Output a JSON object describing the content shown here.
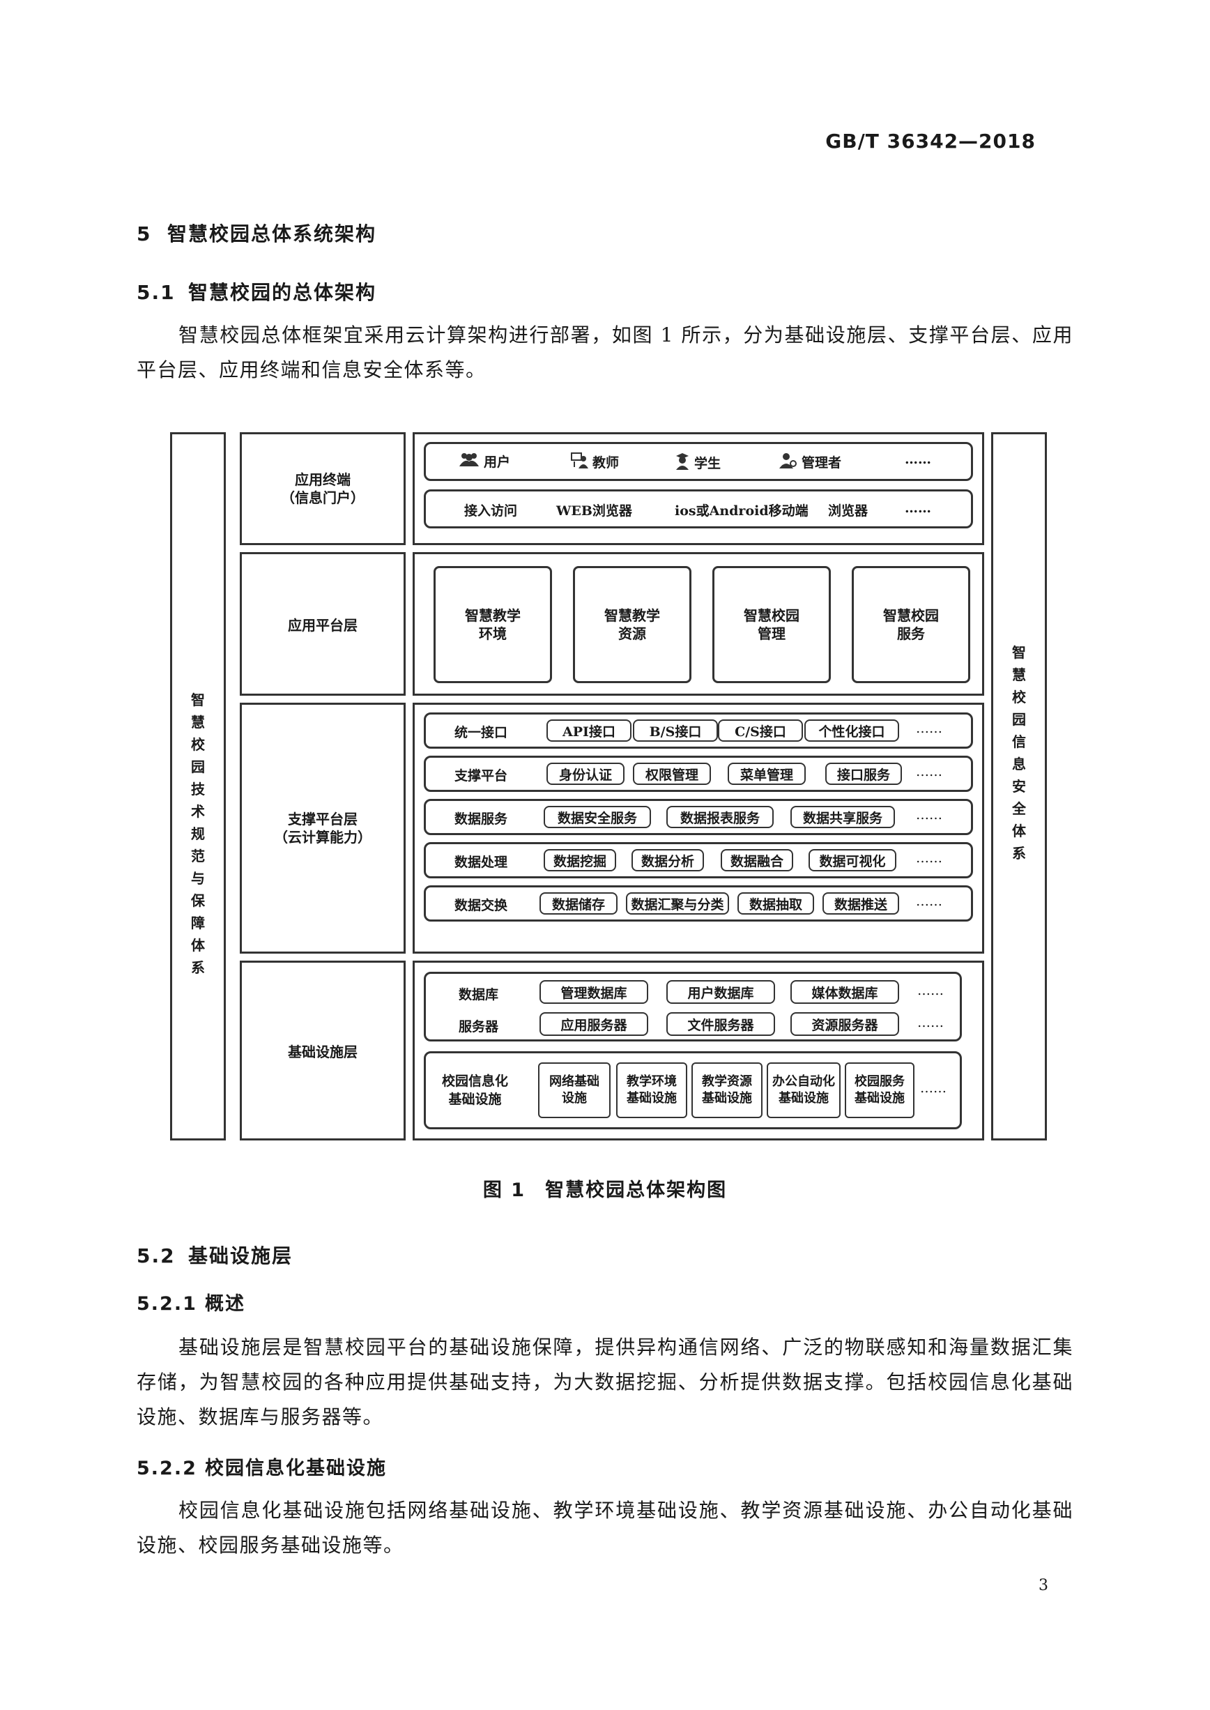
{
  "header": {
    "standard_code": "GB/T 36342—2018"
  },
  "section5": {
    "num": "5",
    "title": "智慧校园总体系统架构"
  },
  "section5_1": {
    "num": "5.1",
    "title": "智慧校园的总体架构",
    "para": "智慧校园总体框架宜采用云计算架构进行部署，如图 1 所示，分为基础设施层、支撑平台层、应用平台层、应用终端和信息安全体系等。"
  },
  "figure": {
    "left_pillar": "智慧校园技术规范与保障体系",
    "right_pillar": "智慧校园信息安全体系",
    "layers": {
      "terminal": "应用终端\n（信息门户）",
      "app_platform": "应用平台层",
      "support": "支撑平台层\n（云计算能力）",
      "infra": "基础设施层"
    },
    "users_row": [
      {
        "icon": "users-icon",
        "label": "用户"
      },
      {
        "icon": "teacher-icon",
        "label": "教师"
      },
      {
        "icon": "student-icon",
        "label": "学生"
      },
      {
        "icon": "admin-icon",
        "label": "管理者"
      }
    ],
    "users_more": "……",
    "access_row": [
      "接入访问",
      "WEB浏览器",
      "ios或Android移动端",
      "浏览器",
      "……"
    ],
    "app_modules": [
      "智慧教学\n环境",
      "智慧教学\n资源",
      "智慧校园\n管理",
      "智慧校园\n服务"
    ],
    "support_rows": [
      {
        "label": "统一接口",
        "items": [
          "API接口",
          "B/S接口",
          "C/S接口",
          "个性化接口"
        ],
        "more": "……"
      },
      {
        "label": "支撑平台",
        "items": [
          "身份认证",
          "权限管理",
          "菜单管理",
          "接口服务"
        ],
        "more": "……"
      },
      {
        "label": "数据服务",
        "items": [
          "数据安全服务",
          "数据报表服务",
          "数据共享服务"
        ],
        "more": "……"
      },
      {
        "label": "数据处理",
        "items": [
          "数据挖掘",
          "数据分析",
          "数据融合",
          "数据可视化"
        ],
        "more": "……"
      },
      {
        "label": "数据交换",
        "items": [
          "数据储存",
          "数据汇聚与分类",
          "数据抽取",
          "数据推送"
        ],
        "more": "……"
      }
    ],
    "db_row": {
      "label": "数据库",
      "items": [
        "管理数据库",
        "用户数据库",
        "媒体数据库"
      ],
      "more": "……"
    },
    "server_row": {
      "label": "服务器",
      "items": [
        "应用服务器",
        "文件服务器",
        "资源服务器"
      ],
      "more": "……"
    },
    "infra_row": {
      "label": "校园信息化\n基础设施",
      "items": [
        "网络基础\n设施",
        "教学环境\n基础设施",
        "教学资源\n基础设施",
        "办公自动化\n基础设施",
        "校园服务\n基础设施"
      ],
      "more": "……"
    },
    "caption_num": "图 1",
    "caption_title": "智慧校园总体架构图"
  },
  "section5_2": {
    "num": "5.2",
    "title": "基础设施层"
  },
  "section5_2_1": {
    "num": "5.2.1",
    "title": "概述",
    "para": "基础设施层是智慧校园平台的基础设施保障，提供异构通信网络、广泛的物联感知和海量数据汇集存储，为智慧校园的各种应用提供基础支持，为大数据挖掘、分析提供数据支撑。包括校园信息化基础设施、数据库与服务器等。"
  },
  "section5_2_2": {
    "num": "5.2.2",
    "title": "校园信息化基础设施",
    "para": "校园信息化基础设施包括网络基础设施、教学环境基础设施、教学资源基础设施、办公自动化基础设施、校园服务基础设施等。"
  },
  "footer": {
    "page_number": "3"
  }
}
